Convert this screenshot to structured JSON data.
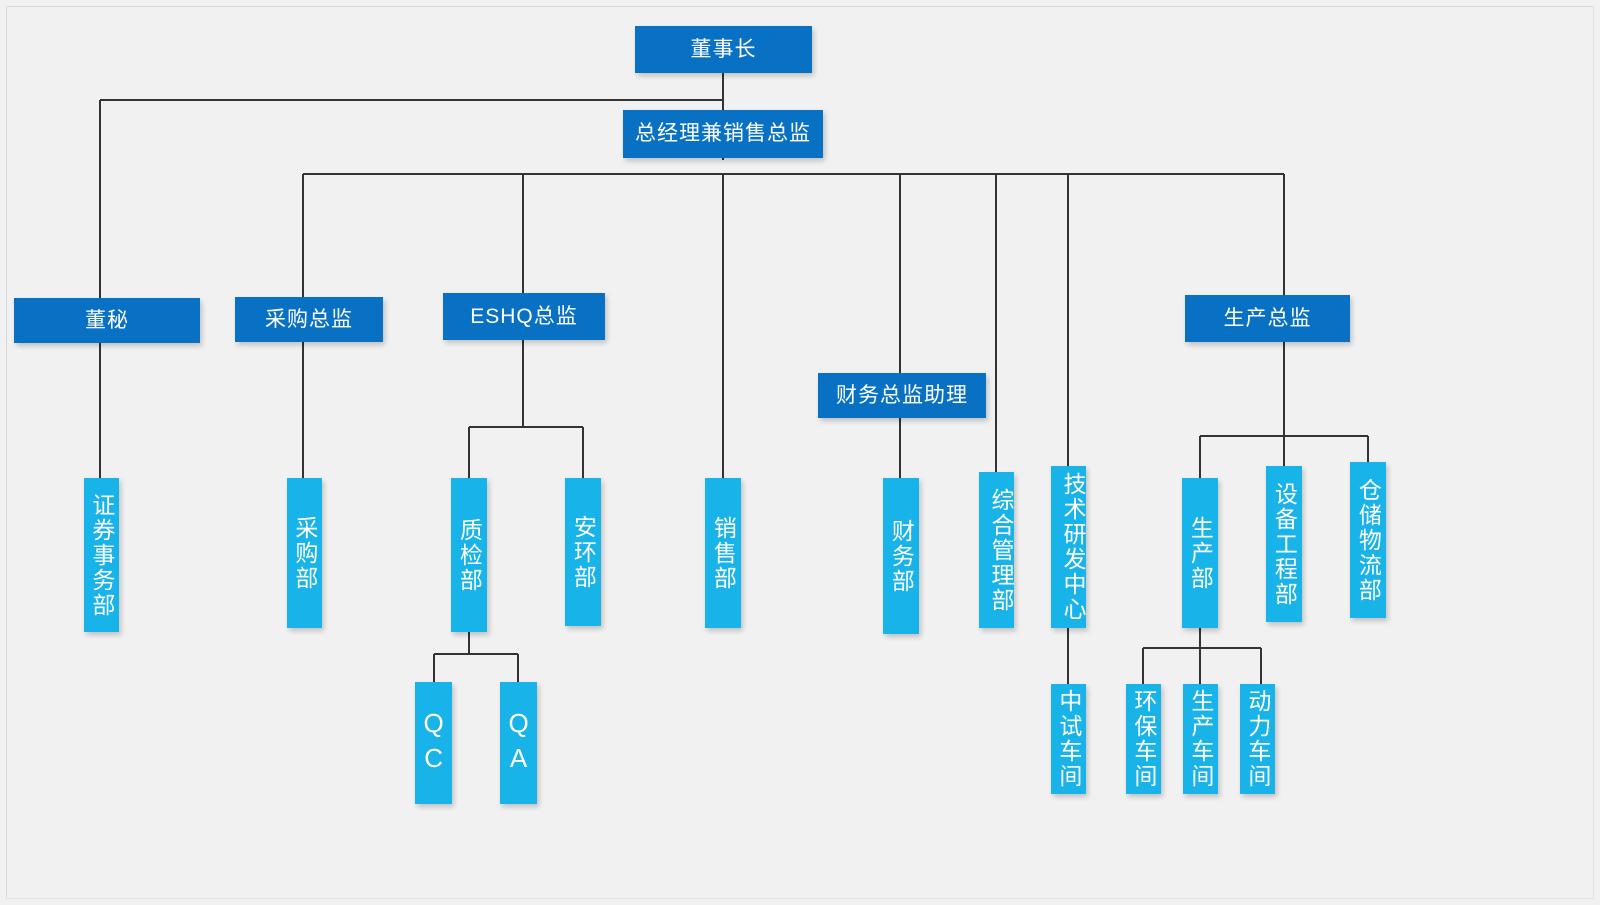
{
  "document": {
    "title": "组织架构图",
    "background_color": "#f1f1f1",
    "connector_color": "#333333"
  },
  "palette": {
    "executive_blue": "#0971c4",
    "department_cyan": "#18b3e8",
    "label_color": "#ffffff"
  },
  "chart_data": {
    "type": "diagram",
    "diagram_kind": "organizational-chart",
    "orientation": "top-down",
    "levels": 5,
    "node_count": 26,
    "nodes": [
      {
        "id": "chairman",
        "label": "董事长",
        "tier": "executive",
        "parent": null
      },
      {
        "id": "gm_sales",
        "label": "总经理兼销售总监",
        "tier": "executive",
        "parent": "chairman"
      },
      {
        "id": "board_sec",
        "label": "董秘",
        "tier": "executive",
        "parent": "chairman"
      },
      {
        "id": "purchasing_dir",
        "label": "采购总监",
        "tier": "executive",
        "parent": "gm_sales"
      },
      {
        "id": "eshq_dir",
        "label": "ESHQ总监",
        "tier": "executive",
        "parent": "gm_sales"
      },
      {
        "id": "fin_dir_asst",
        "label": "财务总监助理",
        "tier": "executive",
        "parent": "gm_sales"
      },
      {
        "id": "production_dir",
        "label": "生产总监",
        "tier": "executive",
        "parent": "gm_sales"
      },
      {
        "id": "securities_dept",
        "label": "证券事务部",
        "tier": "department",
        "parent": "board_sec"
      },
      {
        "id": "purchasing_dept",
        "label": "采购部",
        "tier": "department",
        "parent": "purchasing_dir"
      },
      {
        "id": "qc_dept",
        "label": "质检部",
        "tier": "department",
        "parent": "eshq_dir"
      },
      {
        "id": "safety_env_dept",
        "label": "安环部",
        "tier": "department",
        "parent": "eshq_dir"
      },
      {
        "id": "qc_unit",
        "label": "QC",
        "tier": "department",
        "parent": "qc_dept"
      },
      {
        "id": "qa_unit",
        "label": "QA",
        "tier": "department",
        "parent": "qc_dept"
      },
      {
        "id": "sales_dept",
        "label": "销售部",
        "tier": "department",
        "parent": "gm_sales"
      },
      {
        "id": "finance_dept",
        "label": "财务部",
        "tier": "department",
        "parent": "fin_dir_asst"
      },
      {
        "id": "admin_dept",
        "label": "综合管理部",
        "tier": "department",
        "parent": "gm_sales"
      },
      {
        "id": "rd_center",
        "label": "技术研发中心",
        "tier": "department",
        "parent": "gm_sales"
      },
      {
        "id": "pilot_workshop",
        "label": "中试车间",
        "tier": "department",
        "parent": "rd_center"
      },
      {
        "id": "production_dept",
        "label": "生产部",
        "tier": "department",
        "parent": "production_dir"
      },
      {
        "id": "equipment_dept",
        "label": "设备工程部",
        "tier": "department",
        "parent": "production_dir"
      },
      {
        "id": "warehouse_dept",
        "label": "仓储物流部",
        "tier": "department",
        "parent": "production_dir"
      },
      {
        "id": "env_workshop",
        "label": "环保车间",
        "tier": "department",
        "parent": "production_dept"
      },
      {
        "id": "prod_workshop",
        "label": "生产车间",
        "tier": "department",
        "parent": "production_dept"
      },
      {
        "id": "power_workshop",
        "label": "动力车间",
        "tier": "department",
        "parent": "production_dept"
      }
    ]
  },
  "nodes": {
    "chairman": "董事长",
    "gm_sales": "总经理兼销售总监",
    "board_sec": "董秘",
    "purchasing_dir": "采购总监",
    "eshq_dir": "ESHQ总监",
    "fin_dir_asst": "财务总监助理",
    "production_dir": "生产总监",
    "securities_dept": "证券事务部",
    "purchasing_dept": "采购部",
    "qc_dept": "质检部",
    "safety_env_dept": "安环部",
    "qc_unit": "QC",
    "qa_unit": "QA",
    "sales_dept": "销售部",
    "finance_dept": "财务部",
    "admin_dept": "综合管理部",
    "rd_center": "技术研发中心",
    "pilot_workshop": "中试车间",
    "production_dept": "生产部",
    "equipment_dept": "设备工程部",
    "warehouse_dept": "仓储物流部",
    "env_workshop": "环保车间",
    "prod_workshop": "生产车间",
    "power_workshop": "动力车间"
  }
}
